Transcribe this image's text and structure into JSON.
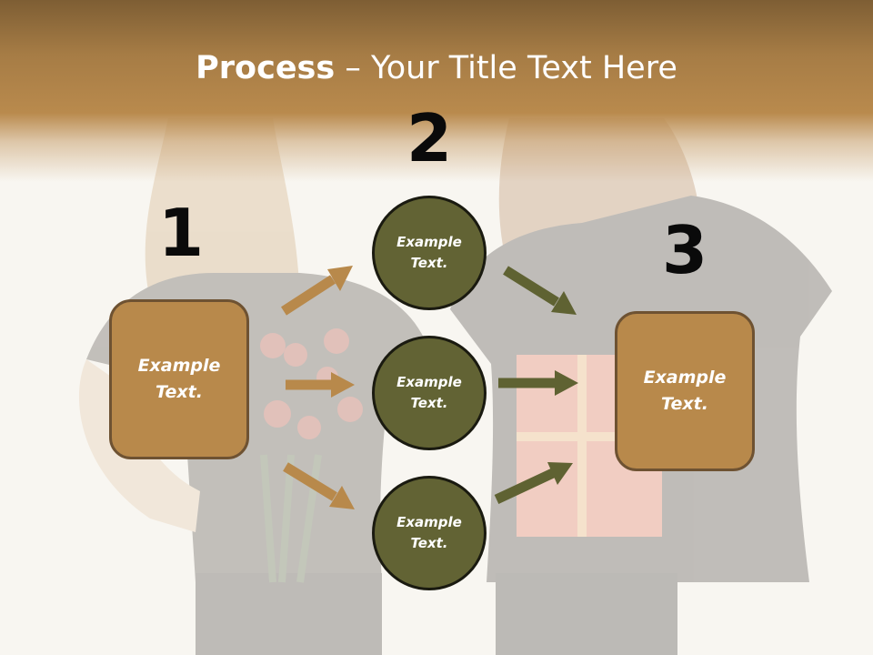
{
  "slide": {
    "title_bold": "Process",
    "title_rest": " – Your Title Text Here",
    "steps": {
      "one": "1",
      "two": "2",
      "three": "3"
    },
    "left_box": {
      "label": "Example Text."
    },
    "right_box": {
      "label": "Example Text."
    },
    "circles": [
      {
        "label": "Example Text."
      },
      {
        "label": "Example Text."
      },
      {
        "label": "Example Text."
      }
    ]
  },
  "colors": {
    "title_band": "#a67c45",
    "box_fill": "#b8894b",
    "box_border": "#6e5232",
    "circle_fill": "#626334",
    "circle_border": "#1a1a10",
    "arrow_left": "#b8894b",
    "arrow_right": "#5f6232",
    "step_number": "#0a0a0a"
  }
}
